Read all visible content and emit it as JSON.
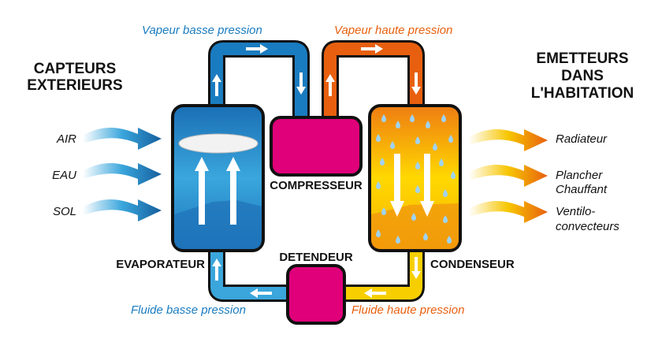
{
  "left_header": [
    "CAPTEURS",
    "EXTERIEURS"
  ],
  "right_header": [
    "EMETTEURS",
    "DANS",
    "L'HABITATION"
  ],
  "sources": [
    "AIR",
    "EAU",
    "SOL"
  ],
  "emitters": [
    [
      "Radiateur"
    ],
    [
      "Plancher",
      "Chauffant"
    ],
    [
      "Ventilo-",
      "convecteurs"
    ]
  ],
  "components": {
    "evaporator": "EVAPORATEUR",
    "compressor": "COMPRESSEUR",
    "condenser": "CONDENSEUR",
    "expansion_valve": "DETENDEUR"
  },
  "flows": {
    "low_pressure_vapor": "Vapeur basse pression",
    "high_pressure_vapor": "Vapeur haute pression",
    "low_pressure_fluid": "Fluide basse pression",
    "high_pressure_fluid": "Fluide haute pression"
  },
  "colors": {
    "blue": "#1a7cc0",
    "orange": "#e8600f",
    "yellow": "#f7cf00",
    "magenta": "#e0007a"
  }
}
